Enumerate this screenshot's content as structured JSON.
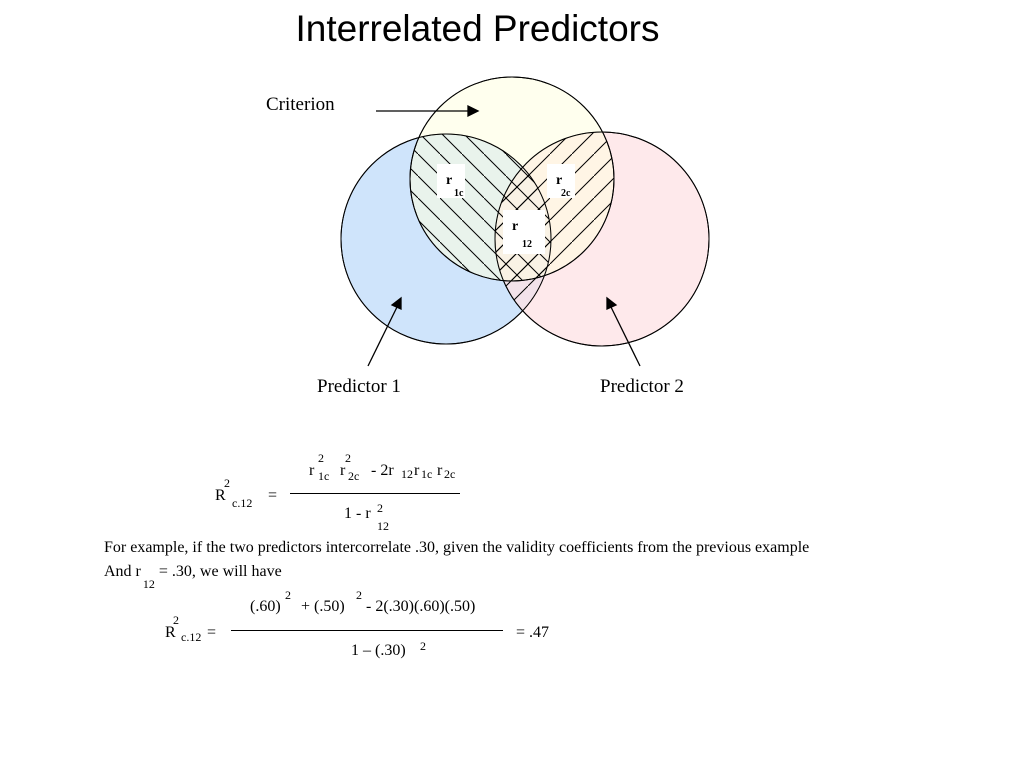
{
  "title": "Interrelated Predictors",
  "labels": {
    "criterion": "Criterion",
    "predictor1": "Predictor 1",
    "predictor2": "Predictor 2"
  },
  "venn": {
    "criterion_color": "#ffffe0",
    "predictor1_color": "#cfe4fb",
    "predictor2_color": "#fde2e4",
    "r1c": {
      "r": "r",
      "sub": "1c"
    },
    "r2c": {
      "r": "r",
      "sub": "2c"
    },
    "r12": {
      "r": "r",
      "sub": "12"
    }
  },
  "formula1": {
    "R": "R",
    "R_sup": "2",
    "R_sub": "c.12",
    "eq": "=",
    "num": {
      "r_a": "r",
      "sup_a": "2",
      "sub_a": "1c",
      "r_b": "r",
      "sup_b": "2",
      "sub_b": "2c",
      "minus": "- 2r",
      "sub_c": "12",
      "r_d": "r",
      "sub_d": "1c",
      "r_e": "r",
      "sub_e": "2c"
    },
    "den": {
      "text": "1 - r",
      "sup": "2",
      "sub": "12"
    }
  },
  "paragraph": {
    "line1": "For example, if the two predictors intercorrelate .30, given the validity coefficients from the previous example",
    "line2_a": "And r",
    "line2_sub": "12",
    "line2_b": "= .30, we will have"
  },
  "formula2": {
    "R": "R",
    "R_sup": "2",
    "R_sub": "c.12",
    "eq": "=",
    "num_a": "(.60)",
    "sup_a": "2",
    "num_b": "+ (.50)",
    "sup_b": "2",
    "num_c": "- 2(.30)(.60)(.50)",
    "den": "1 – (.30)",
    "den_sup": "2",
    "result": "= .47"
  }
}
